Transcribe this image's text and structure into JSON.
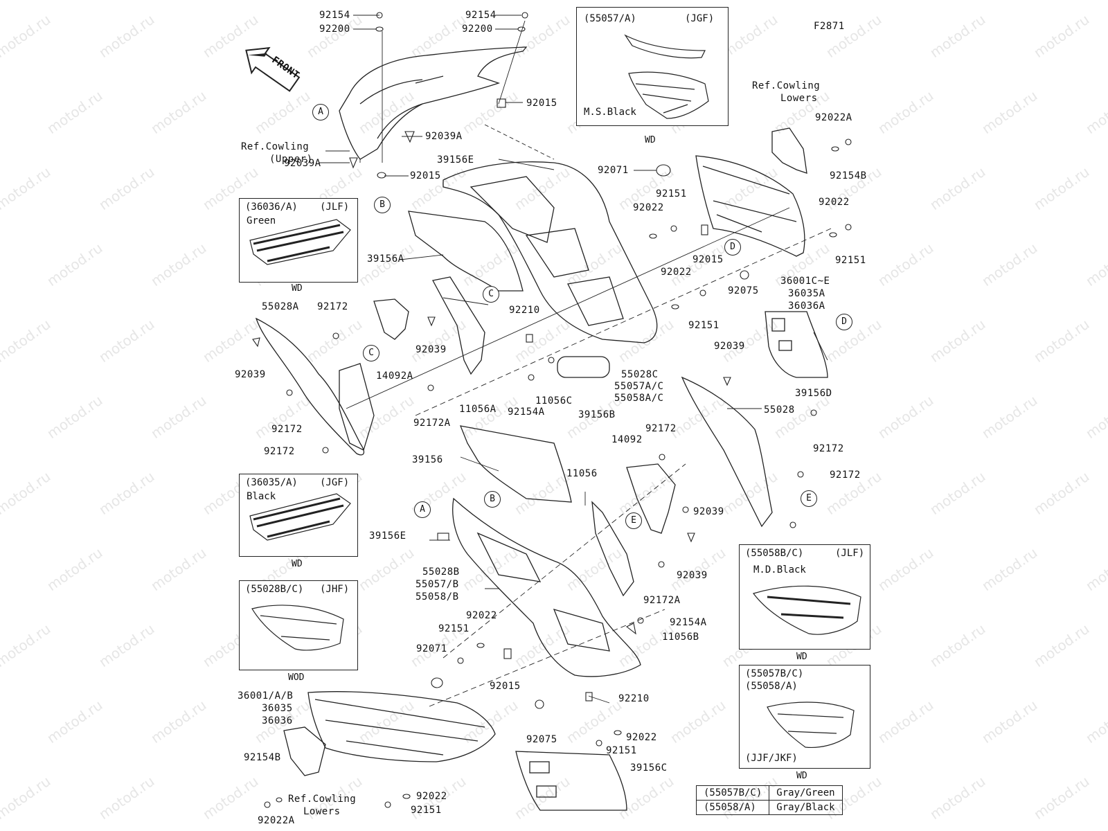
{
  "figure_code": "F2871",
  "front_arrow": "FRONT",
  "watermark": "motod.ru",
  "insets": {
    "a": {
      "code": "(55057/A)",
      "region": "(JGF)",
      "finish": "M.S.Black",
      "foot": "WD"
    },
    "b": {
      "code": "(36036/A)",
      "region": "(JLF)",
      "finish": "Green",
      "foot": "WD"
    },
    "c": {
      "code": "(36035/A)",
      "region": "(JGF)",
      "finish": "Black",
      "foot": "WD"
    },
    "d": {
      "code": "(55028B/C)",
      "region": "(JHF)",
      "foot": "WOD"
    },
    "e": {
      "code": "(55058B/C)",
      "region": "(JLF)",
      "finish": "M.D.Black",
      "foot": "WD"
    },
    "f": {
      "code1": "(55057B/C)",
      "code2": "(55058/A)",
      "region": "(JJF/JKF)",
      "foot": "WD"
    }
  },
  "legend": [
    {
      "code": "(55057B/C)",
      "color": "Gray/Green"
    },
    {
      "code": "(55058/A)",
      "color": "Gray/Black"
    }
  ],
  "callouts": [
    "A",
    "B",
    "C",
    "D",
    "E"
  ],
  "labels": {
    "l1": "92154",
    "l2": "92200",
    "l3": "92154",
    "l4": "92200",
    "l5": "92015",
    "l6": "92039A",
    "l7a": "Ref.Cowling",
    "l7b": "(Upper)",
    "l8": "92039A",
    "l9": "92015",
    "l10": "39156E",
    "l11": "92071",
    "l12": "92151",
    "l13": "92022",
    "l14": "92015",
    "l15a": "Ref.Cowling",
    "l15b": "Lowers",
    "l16": "92022A",
    "l17": "92154B",
    "l18": "92022",
    "l19": "92151",
    "l20": "39156A",
    "l21": "92022",
    "l22": "92075",
    "l23a": "36001C~E",
    "l23b": "36035A",
    "l23c": "36036A",
    "l24": "92151",
    "l25": "55028A",
    "l26": "92172",
    "l27": "92210",
    "l28": "92039",
    "l29": "14092A",
    "l30": "92039",
    "l31": "92039",
    "l32": "39156D",
    "l33": "55028C",
    "l34": "55057A/C",
    "l35": "55058A/C",
    "l36": "11056C",
    "l37": "92154A",
    "l38": "39156B",
    "l39": "11056A",
    "l40": "92172",
    "l41": "92172A",
    "l42": "55028",
    "l43": "92172",
    "l44": "92172",
    "l45": "92172",
    "l46": "14092",
    "l47": "39156",
    "l48": "11056",
    "l49": "92039",
    "l50": "92172",
    "l51": "39156E",
    "l52": "92039",
    "l53": "55028B",
    "l54": "55057/B",
    "l55": "55058/B",
    "l56": "92172A",
    "l57": "92022",
    "l58": "92151",
    "l59": "92154A",
    "l60": "11056B",
    "l61": "92071",
    "l62": "92015",
    "l63a": "36001/A/B",
    "l63b": "36035",
    "l63c": "36036",
    "l64": "92210",
    "l65": "92075",
    "l66": "92022",
    "l67": "92151",
    "l68": "92154B",
    "l69": "39156C",
    "l70a": "Ref.Cowling",
    "l70b": "Lowers",
    "l71": "92022",
    "l72": "92022A",
    "l73": "92151"
  }
}
